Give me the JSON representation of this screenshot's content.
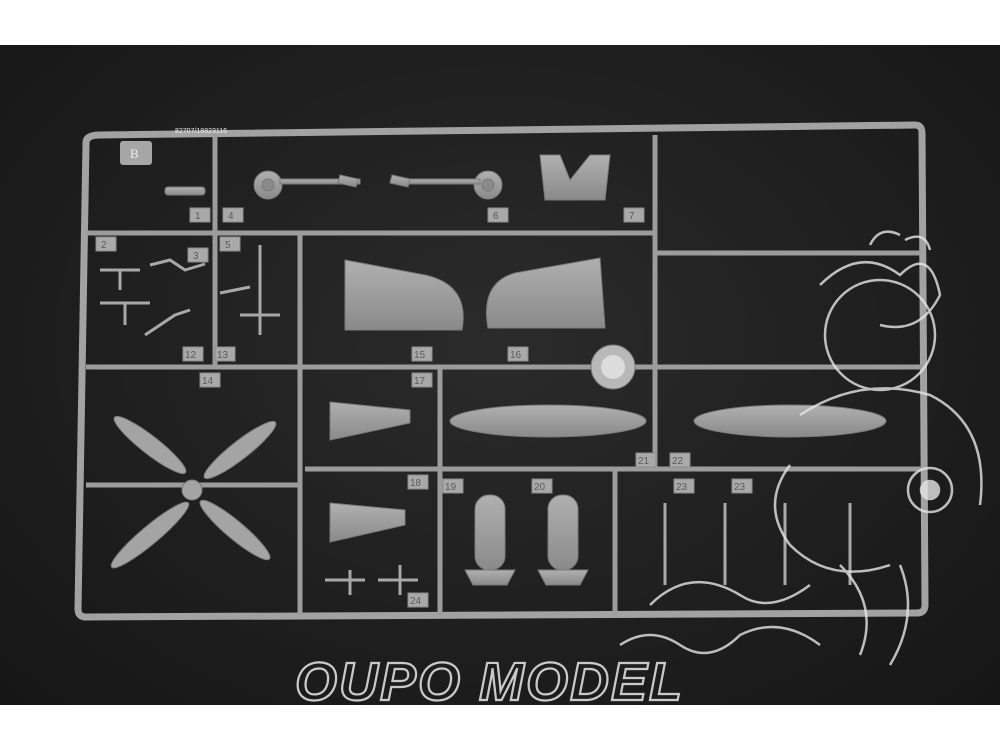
{
  "sprue": {
    "letter": "B",
    "serial": "82707/18823116",
    "part_numbers": [
      "1",
      "2",
      "3",
      "4",
      "5",
      "6",
      "7",
      "12",
      "13",
      "14",
      "15",
      "16",
      "17",
      "18",
      "19",
      "20",
      "21",
      "22",
      "23",
      "23",
      "24"
    ]
  },
  "watermark": {
    "text": "OUPO MODEL"
  },
  "colors": {
    "background": "#1e1e1e",
    "plastic": "#9a9a9a",
    "watermark": "#e8e8e8"
  }
}
